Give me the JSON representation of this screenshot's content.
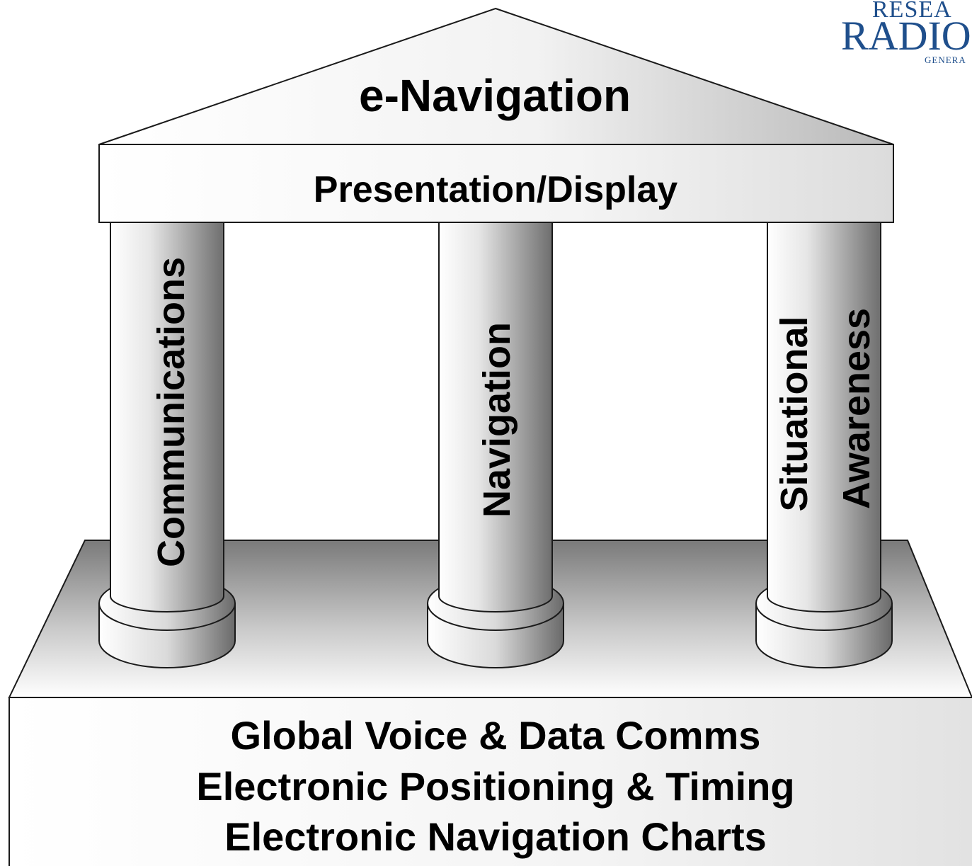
{
  "roof": {
    "title": "e-Navigation",
    "entablature_label": "Presentation/Display"
  },
  "pillars": [
    {
      "lines": [
        "Communications"
      ]
    },
    {
      "lines": [
        "Navigation"
      ]
    },
    {
      "lines": [
        "Situational",
        "Awareness"
      ]
    }
  ],
  "foundation": {
    "lines": [
      "Global Voice & Data Comms",
      "Electronic Positioning & Timing",
      "Electronic Navigation Charts"
    ]
  },
  "logo": {
    "line1": "RESEA",
    "line2": "RADIO",
    "line3": "GENERA"
  },
  "colors": {
    "outline": "#1a1a1a",
    "logo_blue": "#1f4f8c",
    "face_light": "#ffffff",
    "face_dark": "#7a7a7a"
  }
}
